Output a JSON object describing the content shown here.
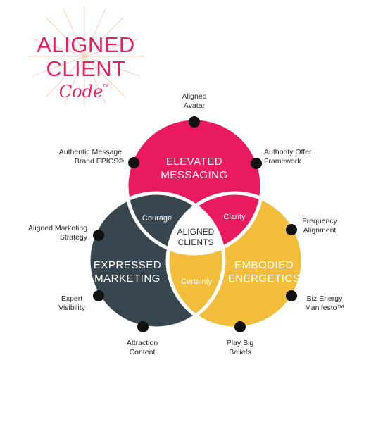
{
  "logo": {
    "line1": "ALIGNED",
    "line2": "CLIENT",
    "script_word": "Code",
    "trademark": "™",
    "color": "#e91e63"
  },
  "circles": [
    {
      "id": "messaging",
      "label": "ELEVATED\nMESSAGING",
      "color": "#ea1a5e"
    },
    {
      "id": "marketing",
      "label": "EXPRESSED\nMARKETING",
      "color": "#38474f"
    },
    {
      "id": "energetics",
      "label": "EMBODIED\nENERGETICS",
      "color": "#f2bd3a"
    }
  ],
  "overlaps": {
    "courage": {
      "label": "Courage",
      "color": "#38474f"
    },
    "clarity": {
      "label": "Clarity",
      "color": "#ea1a5e"
    },
    "certainty": {
      "label": "Certainty",
      "color": "#f2bd3a"
    }
  },
  "center": {
    "label": "ALIGNED\nCLIENTS"
  },
  "outline_color": "#ffffff",
  "node_color": "#111111",
  "nodes": [
    {
      "id": "aligned-avatar",
      "label": "Aligned\nAvatar"
    },
    {
      "id": "authentic-message",
      "label": "Authentic Message:\nBrand EPICS®"
    },
    {
      "id": "authority-offer",
      "label": "Authority Offer\nFramework"
    },
    {
      "id": "aligned-marketing",
      "label": "Aligned Marketing\nStrategy"
    },
    {
      "id": "frequency-alignment",
      "label": "Frequency\nAlignment"
    },
    {
      "id": "expert-visibility",
      "label": "Expert\nVisibility"
    },
    {
      "id": "biz-energy",
      "label": "Biz Energy\nManifesto™"
    },
    {
      "id": "attraction-content",
      "label": "Attraction\nContent"
    },
    {
      "id": "play-big",
      "label": "Play Big\nBeliefs"
    }
  ]
}
